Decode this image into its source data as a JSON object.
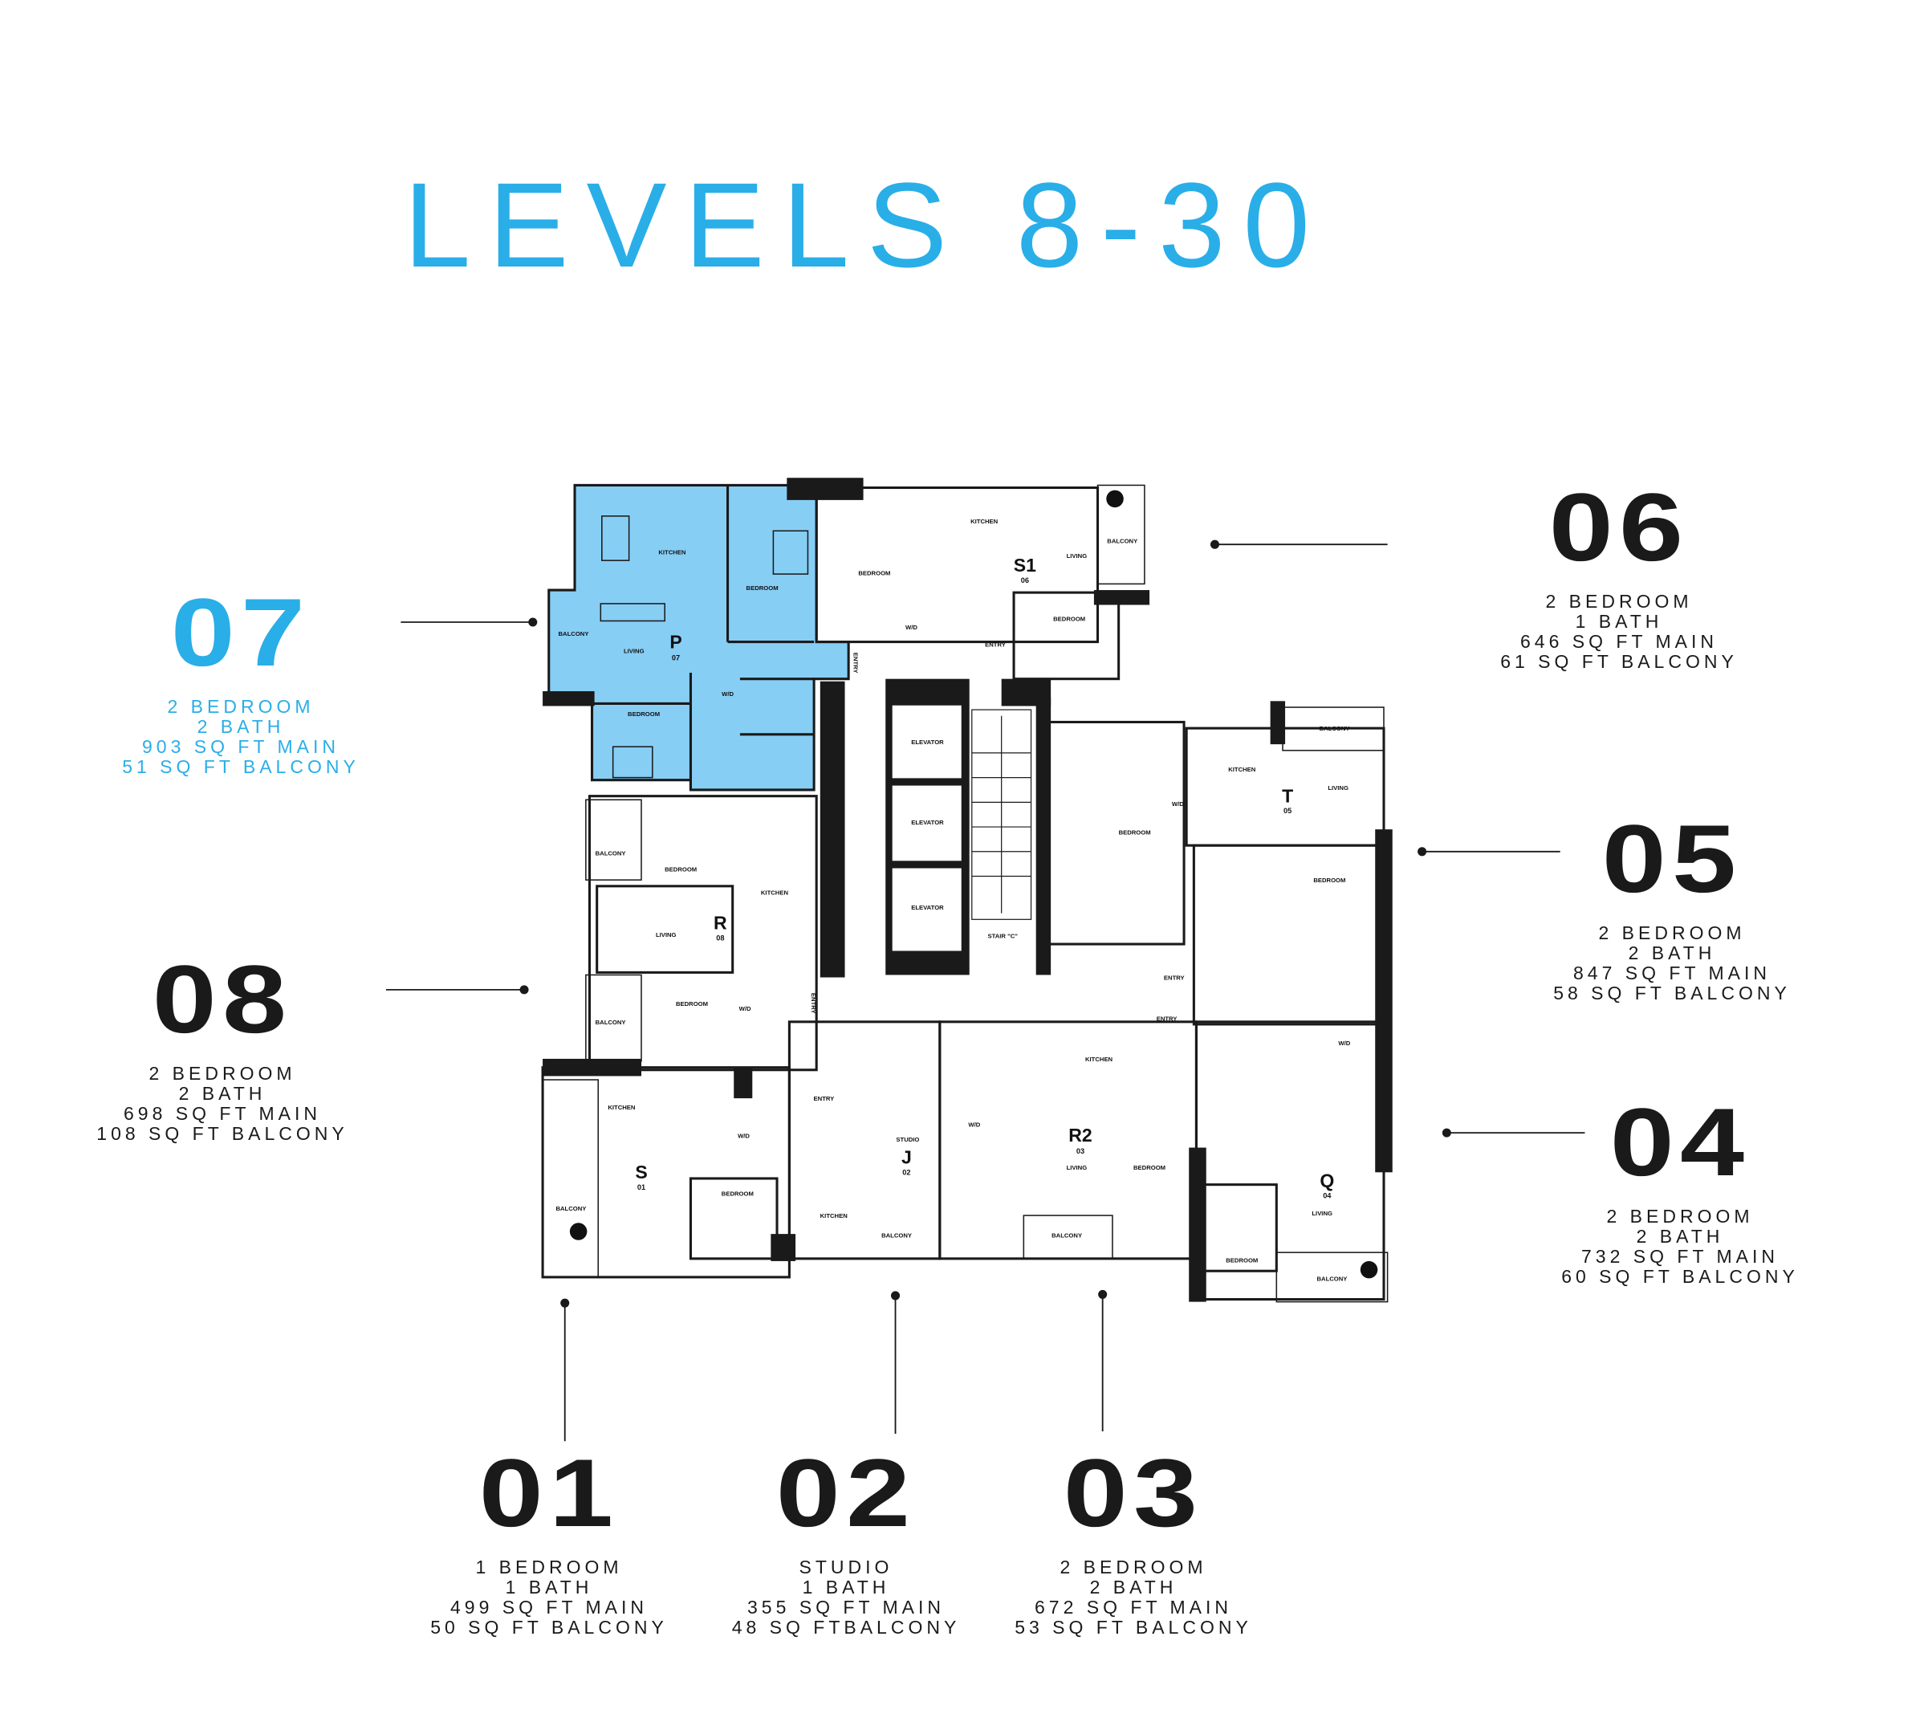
{
  "title": "LEVELS 8-30",
  "colors": {
    "accent": "#29aee8",
    "highlight_fill": "#87cef5",
    "ink": "#1a1a1a"
  },
  "units": [
    {
      "number": "07",
      "bedrooms": "2 BEDROOM",
      "baths": "2 BATH",
      "main": "903 SQ FT MAIN",
      "balcony": "51 SQ FT BALCONY",
      "highlighted": true
    },
    {
      "number": "06",
      "bedrooms": "2 BEDROOM",
      "baths": "1 BATH",
      "main": "646 SQ FT MAIN",
      "balcony": "61 SQ FT BALCONY"
    },
    {
      "number": "05",
      "bedrooms": "2 BEDROOM",
      "baths": "2 BATH",
      "main": "847 SQ FT MAIN",
      "balcony": "58 SQ FT BALCONY"
    },
    {
      "number": "08",
      "bedrooms": "2 BEDROOM",
      "baths": "2 BATH",
      "main": "698 SQ FT MAIN",
      "balcony": "108 SQ FT BALCONY"
    },
    {
      "number": "04",
      "bedrooms": "2 BEDROOM",
      "baths": "2 BATH",
      "main": "732 SQ FT MAIN",
      "balcony": "60 SQ FT BALCONY"
    },
    {
      "number": "01",
      "bedrooms": "1 BEDROOM",
      "baths": "1 BATH",
      "main": "499 SQ FT MAIN",
      "balcony": "50 SQ FT BALCONY"
    },
    {
      "number": "02",
      "bedrooms": "STUDIO",
      "baths": "1 BATH",
      "main": "355 SQ FT MAIN",
      "balcony": "48 SQ FTBALCONY"
    },
    {
      "number": "03",
      "bedrooms": "2 BEDROOM",
      "baths": "2 BATH",
      "main": "672 SQ FT MAIN",
      "balcony": "53 SQ FT BALCONY"
    }
  ],
  "plan": {
    "unit_codes": [
      {
        "code": "P",
        "num": "07"
      },
      {
        "code": "S1",
        "num": "06"
      },
      {
        "code": "T",
        "num": "05"
      },
      {
        "code": "R",
        "num": "08"
      },
      {
        "code": "S",
        "num": "01"
      },
      {
        "code": "J",
        "num": "02"
      },
      {
        "code": "R2",
        "num": "03"
      },
      {
        "code": "Q",
        "num": "04"
      }
    ],
    "rooms": [
      "KITCHEN",
      "BEDROOM",
      "BALCONY",
      "LIVING",
      "BEDROOM",
      "W/D",
      "KITCHEN",
      "BEDROOM",
      "LIVING",
      "BALCONY",
      "BEDROOM",
      "ENTRY",
      "W/D",
      "ELEVATOR",
      "ELEVATOR",
      "ELEVATOR",
      "STAIR \"C\"",
      "BALCONY",
      "KITCHEN",
      "LIVING",
      "BEDROOM",
      "W/D",
      "BEDROOM",
      "ENTRY",
      "ENTRY",
      "BALCONY",
      "BEDROOM",
      "KITCHEN",
      "LIVING",
      "BALCONY",
      "BEDROOM",
      "W/D",
      "KITCHEN",
      "BALCONY",
      "BEDROOM",
      "W/D",
      "ENTRY",
      "STUDIO",
      "KITCHEN",
      "BALCONY",
      "W/D",
      "KITCHEN",
      "LIVING",
      "BALCONY",
      "BEDROOM",
      "LIVING",
      "BEDROOM",
      "BALCONY",
      "W/D",
      "ENTRY",
      "ENTRY"
    ]
  }
}
